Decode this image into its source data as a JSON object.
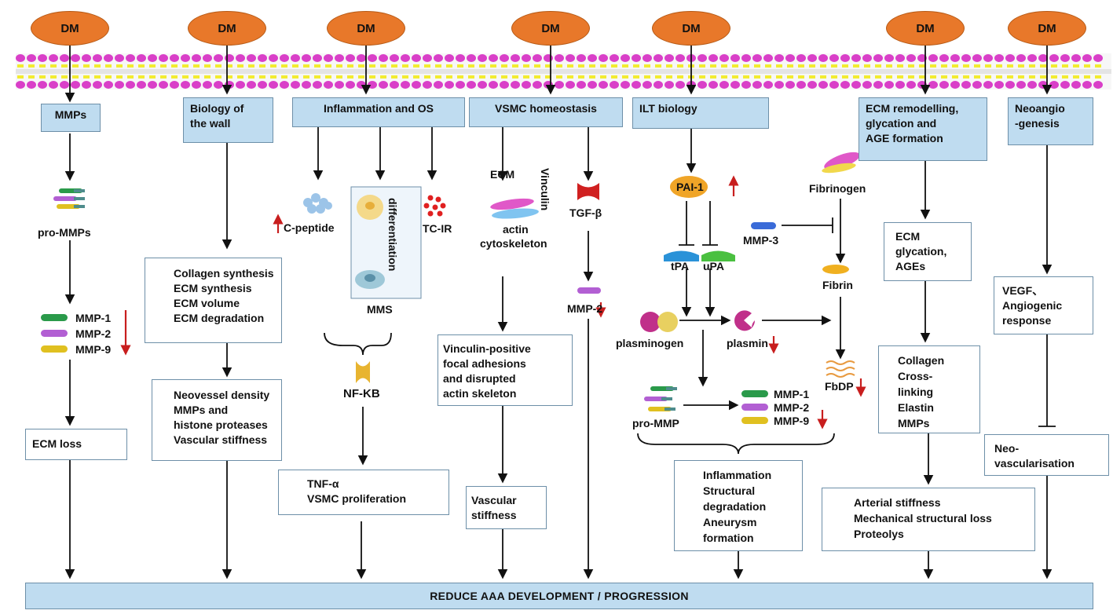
{
  "dm_label": "DM",
  "colors": {
    "dm_fill": "#e8782a",
    "box_fill": "#bfdcf0",
    "arrow_red": "#c81e1e",
    "membrane_magenta": "#d93fc8",
    "membrane_yellow": "#f2ec30"
  },
  "headers": {
    "mmps": "MMPs",
    "wall": [
      "Biology of",
      "the wall"
    ],
    "inflam": "Inflammation and OS",
    "vsmc": "VSMC homeostasis",
    "ilt": "ILT biology",
    "ecm": [
      "ECM remodelling,",
      "glycation and",
      "AGE formation"
    ],
    "neo": [
      "Neoangio",
      "-genesis"
    ]
  },
  "col1": {
    "pro": "pro-MMPs",
    "mmp1": "MMP-1",
    "mmp2": "MMP-2",
    "mmp9": "MMP-9",
    "loss": "ECM loss"
  },
  "col2": {
    "box1": [
      "Collagen synthesis",
      "ECM synthesis",
      "ECM  volume",
      "ECM degradation"
    ],
    "box2": [
      "Neovessel density",
      "MMPs and",
      "histone proteases",
      "Vascular stiffness"
    ]
  },
  "col3": {
    "cpep": "C-peptide",
    "tcir": "TC-IR",
    "diff": "differentiation",
    "mms": "MMS",
    "nfkb": "NF-KB",
    "box": [
      "TNF-α",
      "VSMC proliferation"
    ]
  },
  "col4": {
    "ecm": "ECM",
    "vinculin": "Vinculin",
    "actin": [
      "actin",
      "cytoskeleton"
    ],
    "tgf": "TGF-β",
    "mmp2": "MMP-2",
    "box1": [
      "Vinculin-positive",
      "focal adhesions",
      "and disrupted",
      "actin skeleton"
    ],
    "box2": [
      "Vascular",
      "stiffness"
    ]
  },
  "col5": {
    "pai": "PAI-1",
    "fibrinogen": "Fibrinogen",
    "mmp3": "MMP-3",
    "tpa": "tPA",
    "upa": "uPA",
    "fibrin": "Fibrin",
    "plasminogen": "plasminogen",
    "plasmin": "plasmin",
    "fbdp": "FbDP",
    "promm": "pro-MMP",
    "mmp1": "MMP-1",
    "mmp2": "MMP-2",
    "mmp9": "MMP-9",
    "box": [
      "Inflammation",
      "Structural",
      "degradation",
      "Aneurysm",
      "formation"
    ]
  },
  "col6": {
    "box1": [
      "ECM",
      "glycation,",
      "AGEs"
    ],
    "box2": [
      "Collagen",
      "Cross-",
      "linking",
      "Elastin",
      "MMPs"
    ],
    "box3": [
      "Arterial stiffness",
      "Mechanical structural loss",
      "Proteolys"
    ]
  },
  "col7": {
    "box1": [
      "VEGF、",
      "Angiogenic",
      "response"
    ],
    "box2": [
      "Neo-",
      "vascularisation"
    ]
  },
  "bottom": "REDUCE  AAA  DEVELOPMENT   /  PROGRESSION"
}
